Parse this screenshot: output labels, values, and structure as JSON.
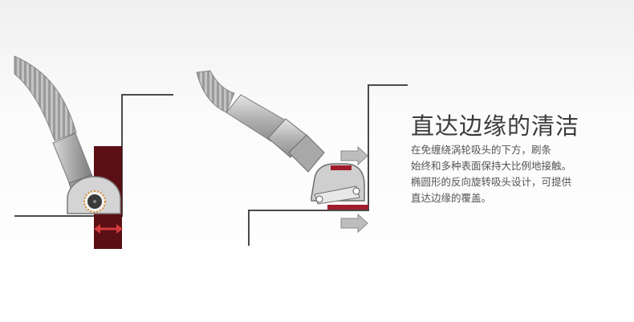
{
  "feature": {
    "heading": "直达边缘的清洁",
    "description_lines": [
      "在免缠绕涡轮吸头的下方，刷条",
      "始终和多种表面保持大比例地接触。",
      "椭圆形的反向旋转吸头设计，可提供",
      "直达边缘的覆盖。"
    ]
  },
  "icons": {
    "move_arrow": "double-headed-arrow-icon",
    "airflow_arrow": "right-arrow-icon"
  },
  "colors": {
    "accent_red": "#a01c2a",
    "edge_red": "#5a0f14",
    "arrow_gray": "#bdbdbd",
    "hose_gray": "#b5b5b5",
    "wall_line": "#4a4a4a",
    "heading_text": "#3b3b3b",
    "body_text": "#555555"
  }
}
